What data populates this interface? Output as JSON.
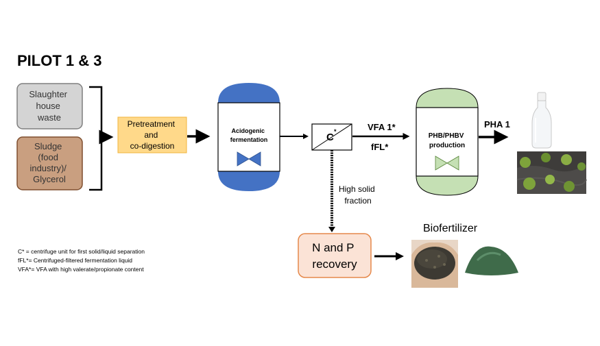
{
  "title": "PILOT 1 & 3",
  "inputs": {
    "slaughterhouse": [
      "Slaughter",
      "house",
      "waste"
    ],
    "sludge": [
      "Sludge",
      "(food",
      "industry)/",
      "Glycerol"
    ]
  },
  "pretreatment": [
    "Pretreatment",
    "and",
    "co-digestion"
  ],
  "acidogenic": [
    "Acidogenic",
    "fermentation"
  ],
  "centrifuge": {
    "label": "C",
    "sup": "*"
  },
  "outputs": {
    "vfa": "VFA 1*",
    "ffl": "fFL*",
    "pha": "PHA 1"
  },
  "phb": [
    "PHB/PHBV",
    "production"
  ],
  "solid": [
    "High solid",
    "fraction"
  ],
  "np": [
    "N and P",
    "recovery"
  ],
  "biofertilizer": "Biofertilizer",
  "legend": [
    "C* = centrifuge unit for first solid/liquid separation",
    "fFL*= Centrifuged-filtered fermentation liquid",
    "VFA*= VFA with high valerate/propionate content"
  ],
  "colors": {
    "grey_box": "#d4d4d4",
    "sludge_box": "#c99f80",
    "pretreat_box": "#ffd98a",
    "acid_cap": "#4472c4",
    "phb_cap": "#c5e0b4",
    "np_box": "#fbe3d6"
  }
}
